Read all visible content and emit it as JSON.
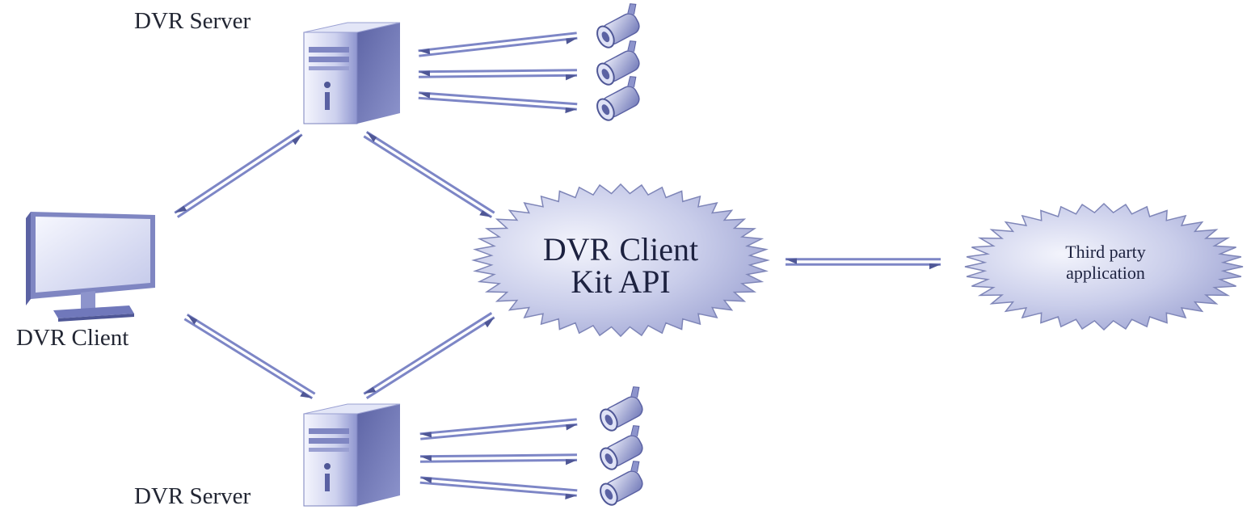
{
  "nodes": {
    "dvr_server_top": "DVR Server",
    "dvr_server_bottom": "DVR Server",
    "dvr_client": "DVR Client",
    "client_kit_api_line1": "DVR Client",
    "client_kit_api_line2": "Kit API",
    "third_party_line1": "Third party",
    "third_party_line2": "application"
  },
  "colors": {
    "arrow": "#7d86c6",
    "arrow_edge": "#4f5796",
    "burst_fill": "#c7cbe6",
    "burst_stroke": "#7f86b8",
    "device_light": "#eef0fb",
    "device_mid": "#b9bfe2",
    "device_dark": "#5b62a3"
  }
}
